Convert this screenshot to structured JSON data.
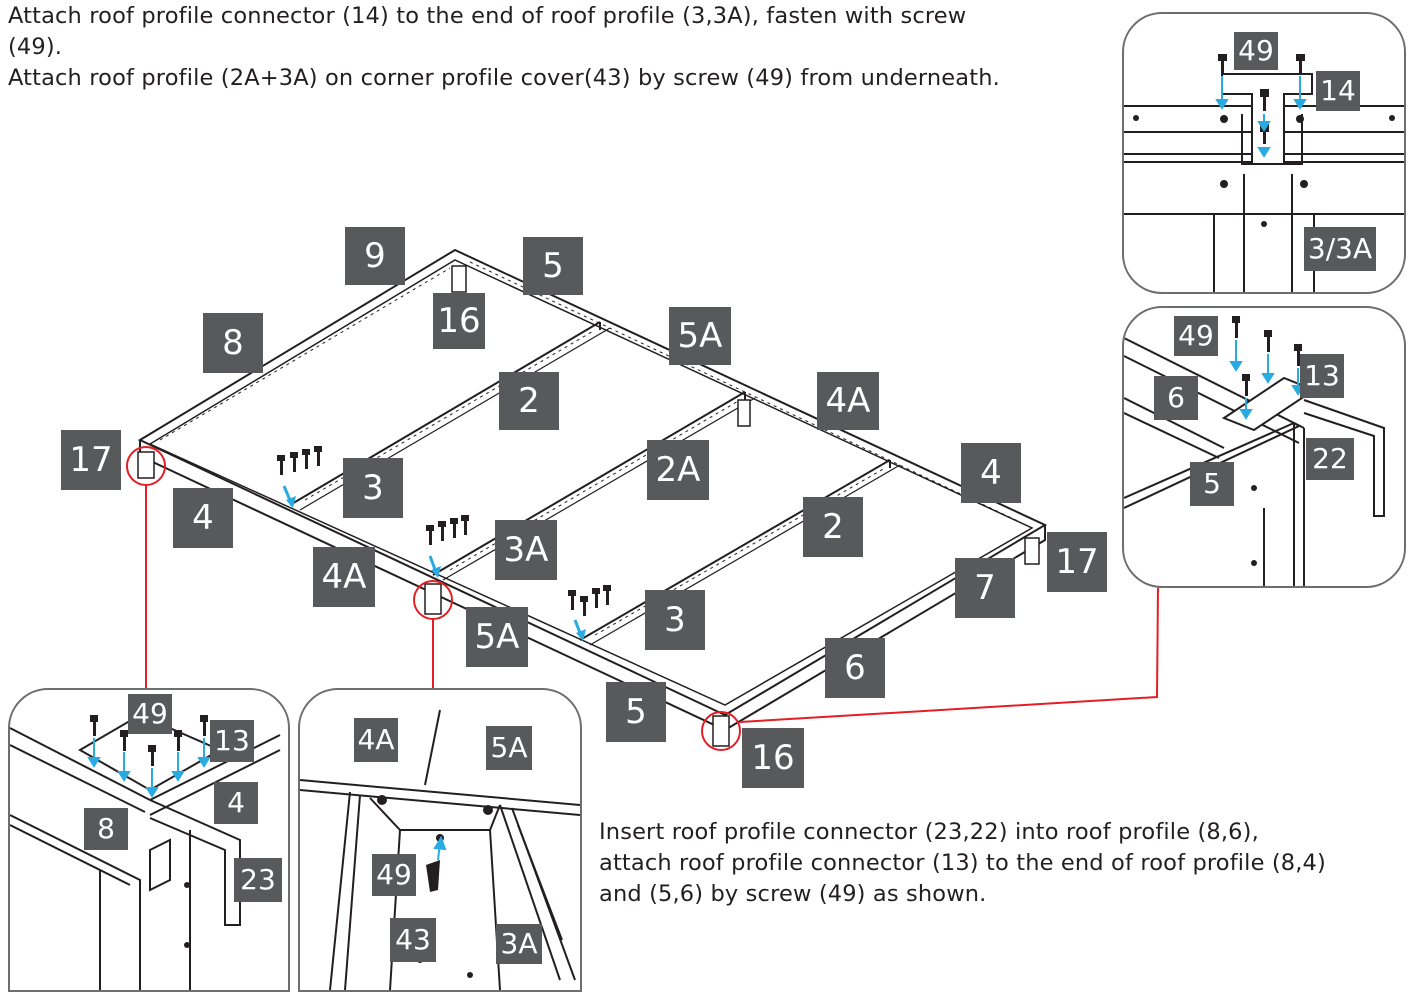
{
  "instructions": {
    "top": [
      "Attach roof profile connector (14) to the end of roof profile (3,3A), fasten with screw",
      "(49).",
      "Attach roof profile (2A+3A) on corner profile cover(43) by screw (49) from underneath."
    ],
    "bottom": [
      "Insert roof profile connector (23,22) into roof profile (8,6),",
      "attach roof profile connector (13) to the end of roof profile  (8,4)",
      "and (5,6) by screw (49) as shown."
    ]
  },
  "main_labels": {
    "l9": "9",
    "l5_top": "5",
    "l16_top": "16",
    "l8": "8",
    "l5A_top": "5A",
    "l2_left": "2",
    "l4A_right": "4A",
    "l17_left": "17",
    "l3_left": "3",
    "l2A": "2A",
    "l4_right": "4",
    "l4_left": "4",
    "l3A": "3A",
    "l2_right": "2",
    "l17_right": "17",
    "l4A_left": "4A",
    "l7": "7",
    "l5A_bottom": "5A",
    "l3_right": "3",
    "l6": "6",
    "l5_bottom": "5",
    "l16_bottom": "16"
  },
  "detail_top_right": {
    "l49": "49",
    "l14": "14",
    "l3_3A": "3/3A"
  },
  "detail_mid_right": {
    "l49": "49",
    "l13": "13",
    "l6": "6",
    "l22": "22",
    "l5": "5"
  },
  "detail_bottom_left": {
    "l49": "49",
    "l13": "13",
    "l4": "4",
    "l8": "8",
    "l23": "23"
  },
  "detail_bottom_mid": {
    "l4A": "4A",
    "l5A": "5A",
    "l49": "49",
    "l43": "43",
    "l3A": "3A"
  },
  "colors": {
    "label_bg": "#58595b",
    "callout": "#e31e24",
    "arrow": "#29abe2"
  }
}
